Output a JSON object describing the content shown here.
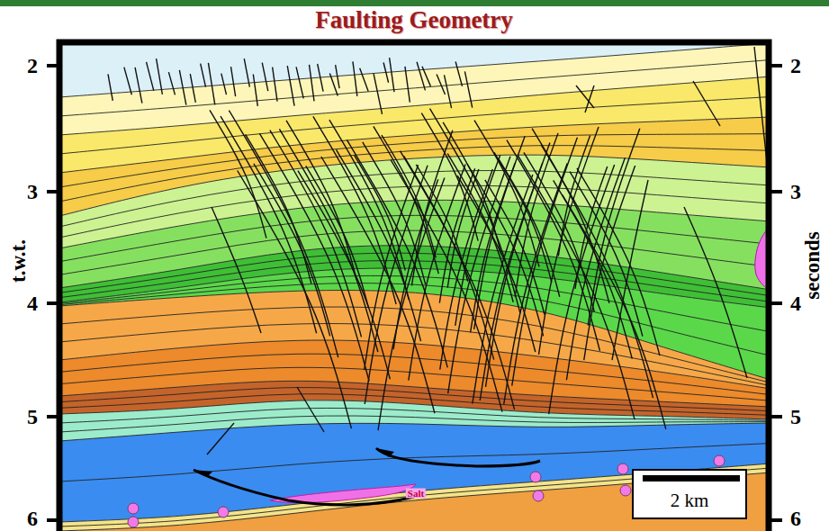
{
  "diagram": {
    "title": "Faulting Geometry",
    "nodes": [
      {
        "text": [
          "2 km"
        ]
      }
    ],
    "labels": [
      "2",
      "3",
      "4",
      "5",
      "6",
      "2",
      "3",
      "4",
      "5",
      "6",
      "t.w.t.",
      "seconds",
      "Salt"
    ]
  }
}
